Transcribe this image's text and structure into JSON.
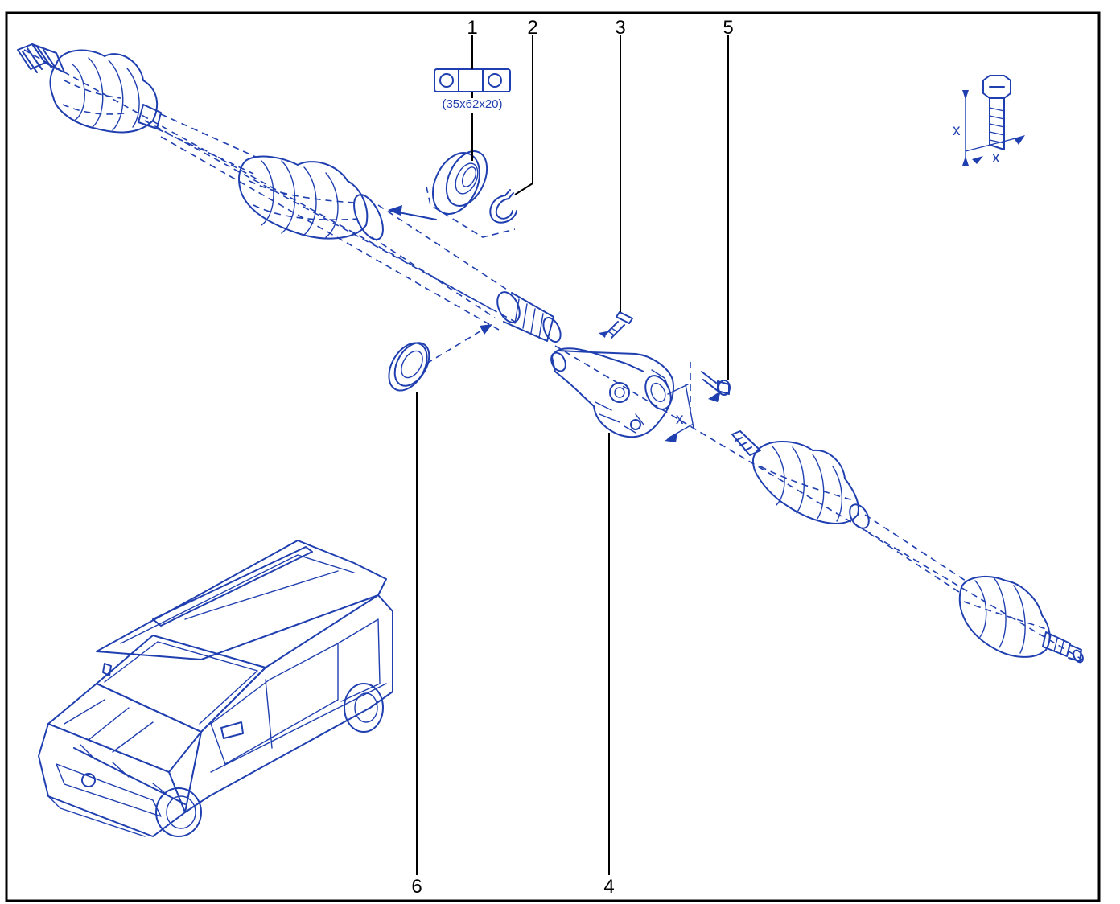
{
  "callouts": {
    "c1": "1",
    "c2": "2",
    "c3": "3",
    "c4": "4",
    "c5": "5",
    "c6": "6"
  },
  "bearing_spec": "(35x62x20)",
  "dimension_label": "x",
  "colors": {
    "ink": "#1f3fb0",
    "leader": "#000000",
    "frame": "#000000",
    "background": "#ffffff"
  },
  "icons": {
    "bearing_symbol": "bearing-symbol-icon",
    "bolt_detail": "bolt-dimension-icon",
    "vehicle": "vehicle-locator-icon"
  }
}
